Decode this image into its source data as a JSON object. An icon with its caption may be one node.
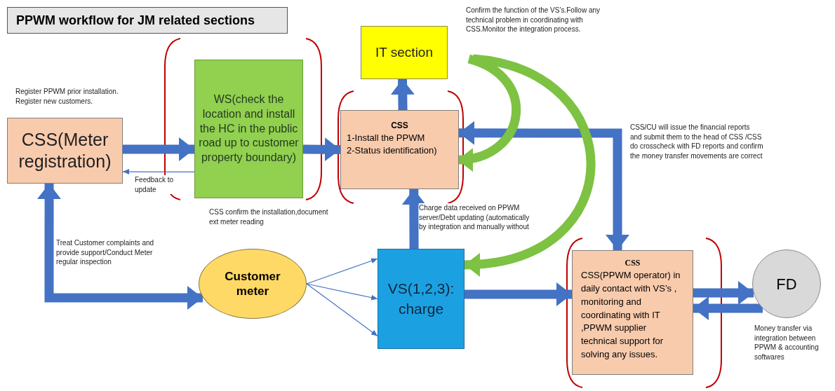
{
  "diagram": {
    "title": "PPWM workflow for JM related sections",
    "nodes": [
      {
        "text": [
          "CSS(Meter registration)"
        ],
        "beside": [
          "Register PPWM prior installation. Register new customers."
        ]
      },
      {
        "text": [
          "WS(check the location and install the HC in the public road up to customer property boundary)"
        ]
      },
      {
        "text": [
          "IT section"
        ]
      },
      {
        "text": [
          "CSS",
          "1-Install the PPWM",
          "2-Status identification)"
        ]
      },
      {
        "text": [
          "Customer meter"
        ]
      },
      {
        "text": [
          "VS(1,2,3): charge"
        ]
      },
      {
        "text": [
          "CSS",
          "CSS(PPWM operator) in daily contact with VS’s , monitoring and coordinating with IT ,PPWM supplier technical support for solving any issues."
        ]
      },
      {
        "text": [
          "FD"
        ],
        "beside": [
          "Money transfer via integration between PPWM & accounting softwares"
        ]
      },
      {
        "text": [
          "Confirm the function of the VS’s.Follow any technical problem in coordinating with CSS.Monitor the integration process."
        ]
      }
    ],
    "edges": [
      {
        "from": 0,
        "to": 1,
        "arrow": "to"
      },
      {
        "from": 1,
        "to": 0,
        "arrow": "to",
        "label": "Feedback to update"
      },
      {
        "from": 1,
        "to": 3,
        "arrow": "to"
      },
      {
        "from": 3,
        "to": 2,
        "arrow": "to"
      },
      {
        "from": 5,
        "to": 3,
        "arrow": "to",
        "label": "Charge data received on PPWM server/Debt updating (automatically by integration and manually without"
      },
      {
        "from": 0,
        "to": 4,
        "arrow": "both",
        "label": "Treat Customer complaints and provide support/Conduct Meter regular inspection"
      },
      {
        "from": 4,
        "to": 5,
        "arrow": "to"
      },
      {
        "from": 4,
        "to": 5,
        "arrow": "to"
      },
      {
        "from": 4,
        "to": 5,
        "arrow": "to"
      },
      {
        "from": 5,
        "to": 6,
        "arrow": "to"
      },
      {
        "from": 6,
        "to": 7,
        "arrow": "to"
      },
      {
        "from": 7,
        "to": 6,
        "arrow": "to"
      },
      {
        "from": 3,
        "to": 6,
        "arrow": "both",
        "label": "CSS/CU will issue the financial reports and submit them to the head of CSS /CSS do crosscheck with FD reports and confirm the money transfer movements are correct"
      },
      {
        "from": 8,
        "to": 3,
        "arrow": "to",
        "color": "#7dc242"
      },
      {
        "from": 8,
        "to": 5,
        "arrow": "to",
        "color": "#7dc242"
      }
    ],
    "labels": [
      "CSS confirm the installation,document ext meter reading"
    ]
  }
}
